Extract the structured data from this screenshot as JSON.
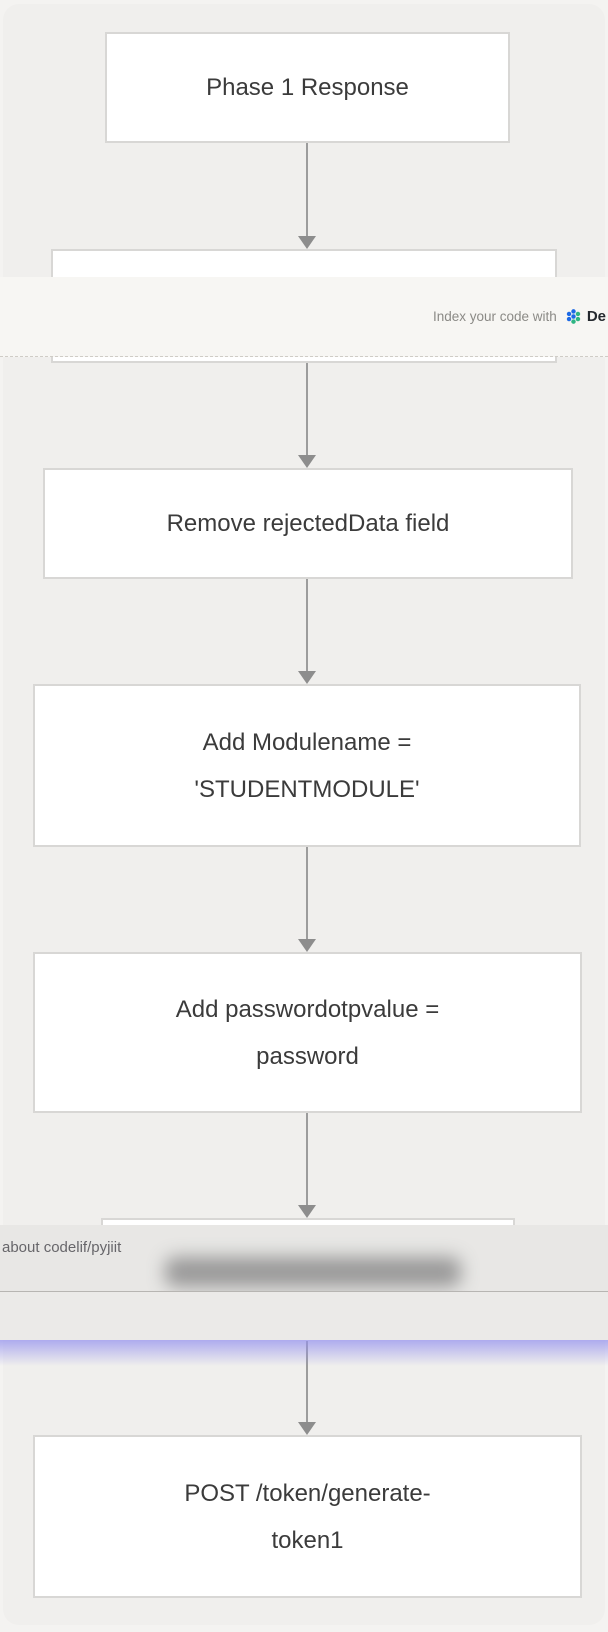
{
  "banner": {
    "prefix": "Index your code with",
    "brand_visible": "De",
    "icon": "deepwiki-dots-icon",
    "icon_colors": {
      "blue": "#1d6ae5",
      "green": "#2fb583"
    }
  },
  "ask_bar": {
    "label": "about codelif/pyjiit",
    "blurred_content": true
  },
  "flowchart": {
    "type": "flow-diagram",
    "direction": "top-down",
    "nodes": [
      {
        "id": "phase1-response",
        "line1": "Phase 1 Response"
      },
      {
        "id": "hidden-under-banner",
        "line1": ""
      },
      {
        "id": "remove-rejecteddata",
        "line1": "Remove rejectedData field"
      },
      {
        "id": "add-modulename",
        "line1": "Add Modulename =",
        "line2": "'STUDENTMODULE'"
      },
      {
        "id": "add-passwordotp",
        "line1": "Add passwordotpvalue =",
        "line2": "password"
      },
      {
        "id": "blurred-under-askbar",
        "line1": ""
      },
      {
        "id": "post-generate-token",
        "line1": "POST /token/generate-",
        "line2": "token1"
      }
    ],
    "edges": [
      [
        "phase1-response",
        "hidden-under-banner"
      ],
      [
        "hidden-under-banner",
        "remove-rejecteddata"
      ],
      [
        "remove-rejecteddata",
        "add-modulename"
      ],
      [
        "add-modulename",
        "add-passwordotp"
      ],
      [
        "add-passwordotp",
        "blurred-under-askbar"
      ],
      [
        "blurred-under-askbar",
        "post-generate-token"
      ]
    ]
  },
  "colors": {
    "page_bg": "#f0efed",
    "node_bg": "#ffffff",
    "node_border": "#d8d7d5",
    "node_text": "#3b3b3b",
    "arrow": "#9c9c9c",
    "banner_bg": "#f7f6f3",
    "askbar_bg": "#e8e7e5",
    "accent_glow": "#9491ee"
  }
}
